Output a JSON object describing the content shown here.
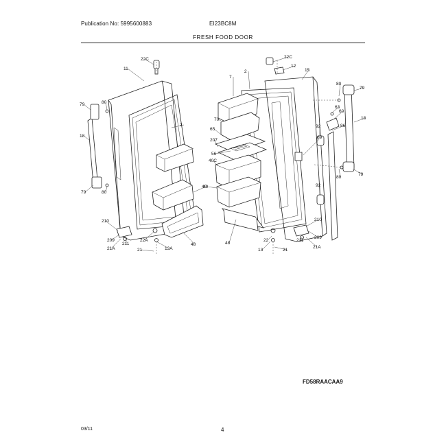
{
  "header": {
    "publication": "Publication No: 5995600883",
    "model": "EI23BC8M",
    "section_title": "FRESH FOOD DOOR"
  },
  "diagram_code": "FD58RAACAA9",
  "footer": {
    "date": "03/11",
    "page": "4"
  },
  "part_callouts": {
    "left_door": [
      "22C",
      "11",
      "2",
      "79",
      "80",
      "18",
      "79",
      "80",
      "210",
      "209",
      "211",
      "21A",
      "22A",
      "13A",
      "21",
      "48",
      "40"
    ],
    "right_door": [
      "22C",
      "12",
      "2",
      "7",
      "15",
      "70",
      "65",
      "207",
      "56",
      "40C",
      "40",
      "80",
      "79",
      "63",
      "60",
      "18",
      "86",
      "80",
      "79",
      "92",
      "92",
      "60",
      "210",
      "209",
      "211",
      "21A",
      "22",
      "13",
      "21",
      "48"
    ]
  }
}
